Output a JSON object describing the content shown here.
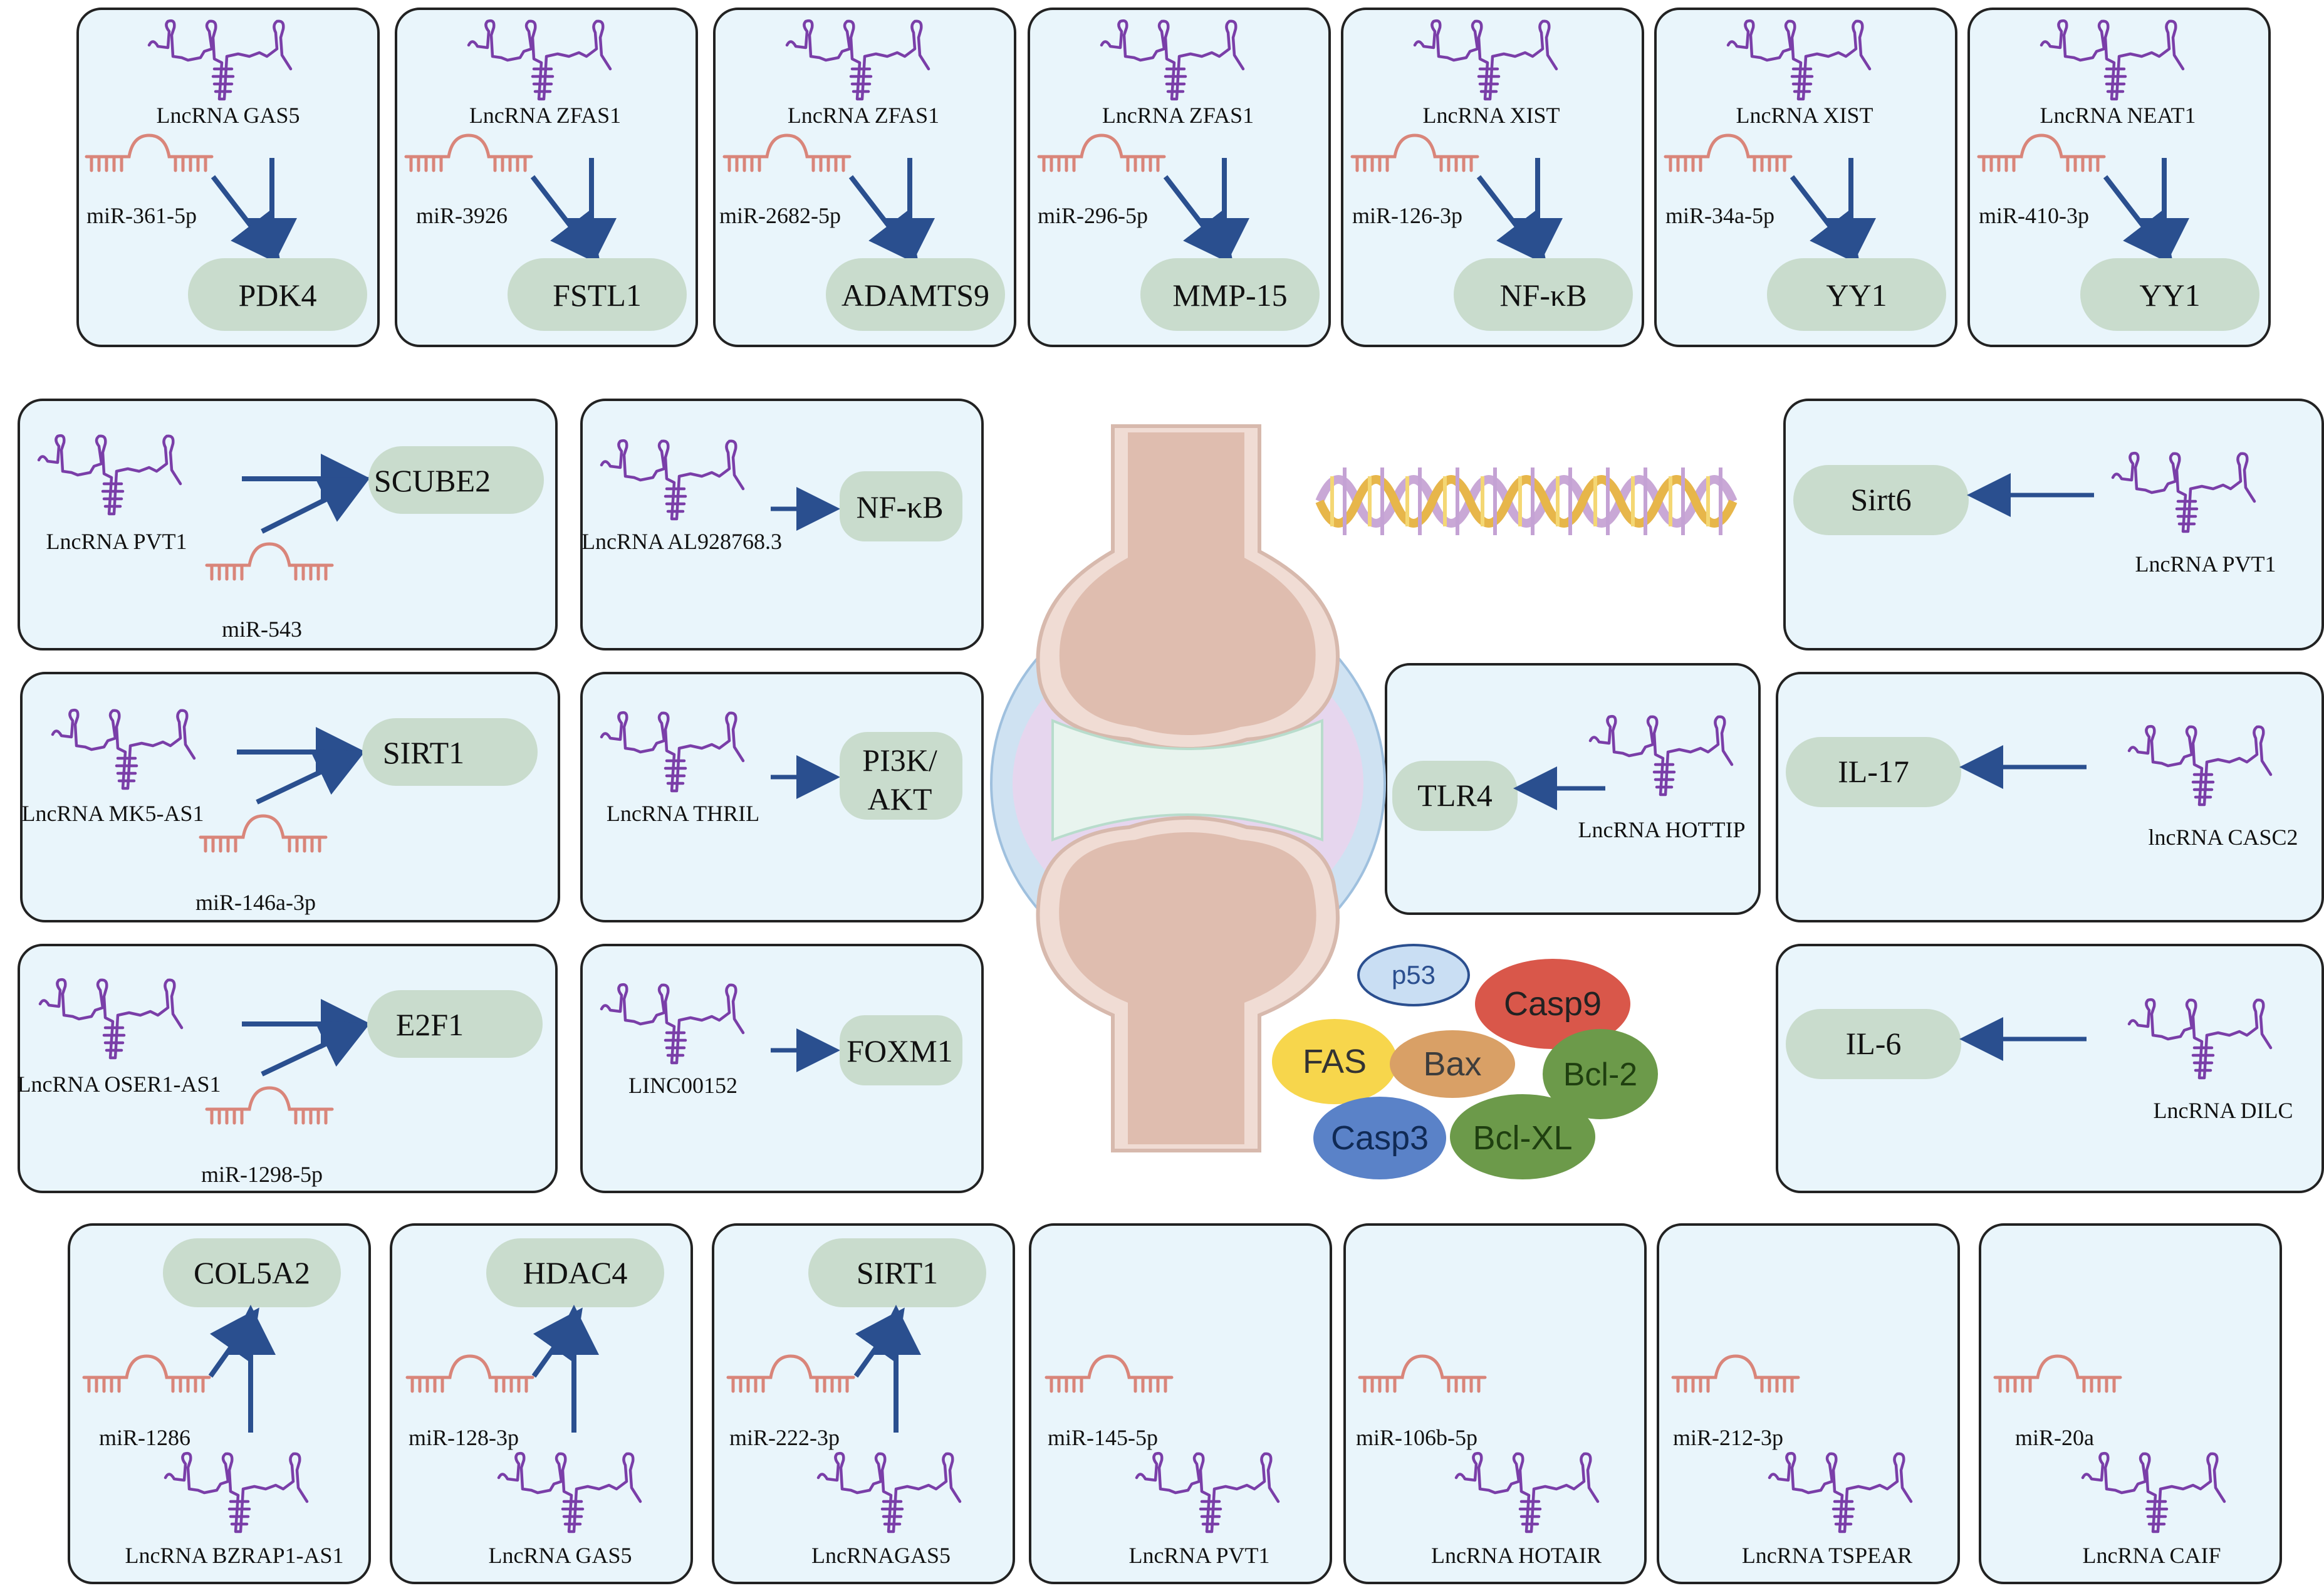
{
  "colors": {
    "panel_bg": "#e9f5fb",
    "panel_border": "#222222",
    "target_pill": "#c9dccd",
    "lncrna_purple": "#7a3ea8",
    "mirna_salmon": "#d9857a",
    "arrow_blue": "#2a4f8f"
  },
  "top_row": [
    {
      "lncrna": "LncRNA GAS5",
      "mirna": "miR-361-5p",
      "target": "PDK4"
    },
    {
      "lncrna": "LncRNA ZFAS1",
      "mirna": "miR-3926",
      "target": "FSTL1"
    },
    {
      "lncrna": "LncRNA ZFAS1",
      "mirna": "miR-2682-5p",
      "target": "ADAMTS9"
    },
    {
      "lncrna": "LncRNA ZFAS1",
      "mirna": "miR-296-5p",
      "target": "MMP-15"
    },
    {
      "lncrna": "LncRNA XIST",
      "mirna": "miR-126-3p",
      "target": "NF-κB"
    },
    {
      "lncrna": "LncRNA XIST",
      "mirna": "miR-34a-5p",
      "target": "YY1"
    },
    {
      "lncrna": "LncRNA NEAT1",
      "mirna": "miR-410-3p",
      "target": "YY1"
    }
  ],
  "left_sponge": [
    {
      "lncrna": "LncRNA PVT1",
      "mirna": "miR-543",
      "target": "SCUBE2"
    },
    {
      "lncrna": "LncRNA MK5-AS1",
      "mirna": "miR-146a-3p",
      "target": "SIRT1"
    },
    {
      "lncrna": "LncRNA OSER1-AS1",
      "mirna": "miR-1298-5p",
      "target": "E2F1"
    }
  ],
  "left_direct": [
    {
      "lncrna": "LncRNA AL928768.3",
      "target": "NF-κB"
    },
    {
      "lncrna": "LncRNA THRIL",
      "target_line1": "PI3K/",
      "target_line2": "AKT"
    },
    {
      "lncrna": "LINC00152",
      "target": "FOXM1"
    }
  ],
  "right_direct": [
    {
      "lncrna": "LncRNA PVT1",
      "target": "Sirt6"
    },
    {
      "lncrna": "LncRNA HOTTIP",
      "target": "TLR4"
    },
    {
      "lncrna": "lncRNA CASC2",
      "target": "IL-17"
    },
    {
      "lncrna": "LncRNA DILC",
      "target": "IL-6"
    }
  ],
  "bottom_row": [
    {
      "lncrna": "LncRNA BZRAP1-AS1",
      "mirna": "miR-1286",
      "target": "COL5A2"
    },
    {
      "lncrna": "LncRNA GAS5",
      "mirna": "miR-128-3p",
      "target": "HDAC4"
    },
    {
      "lncrna": "LncRNAGAS5",
      "mirna": "miR-222-3p",
      "target": "SIRT1"
    },
    {
      "lncrna": "LncRNA PVT1",
      "mirna": "miR-145-5p"
    },
    {
      "lncrna": "LncRNA HOTAIR",
      "mirna": "miR-106b-5p"
    },
    {
      "lncrna": "LncRNA TSPEAR",
      "mirna": "miR-212-3p"
    },
    {
      "lncrna": "LncRNA CAIF",
      "mirna": "miR-20a"
    }
  ],
  "apoptosis_proteins": [
    {
      "label": "p53",
      "color": "#c9def3",
      "text_color": "#2b4f8f"
    },
    {
      "label": "Casp9",
      "color": "#d9574a",
      "text_color": "#222222"
    },
    {
      "label": "FAS",
      "color": "#f7d64c",
      "text_color": "#333333"
    },
    {
      "label": "Bax",
      "color": "#d9a066",
      "text_color": "#3d3d3d"
    },
    {
      "label": "Bcl-2",
      "color": "#6c9a4a",
      "text_color": "#1f3f10"
    },
    {
      "label": "Casp3",
      "color": "#5a82c8",
      "text_color": "#102a55"
    },
    {
      "label": "Bcl-XL",
      "color": "#6c9a4a",
      "text_color": "#1f3f10"
    }
  ]
}
